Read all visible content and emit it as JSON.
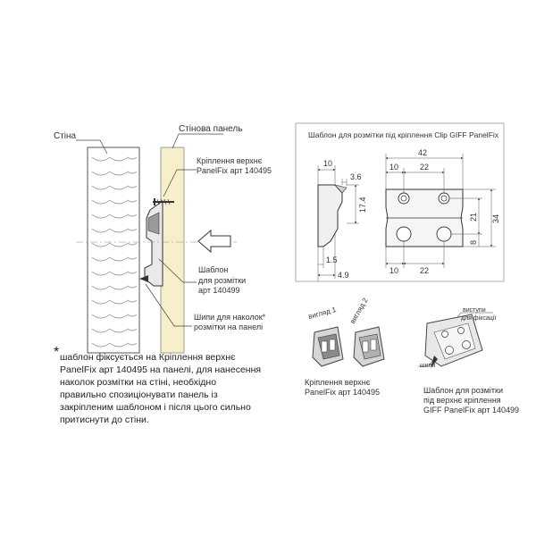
{
  "labels": {
    "wall": "Стіна",
    "wall_panel": "Стінова панель",
    "mount_line1": "Кріплення верхнє",
    "mount_line2": "PanelFix арт 140495",
    "template_line1": "Шаблон",
    "template_line2": "для розмітки",
    "template_line3": "арт 140499",
    "spikes_line1": "Шипи для наколок*",
    "spikes_line2": "розмітки на панелі"
  },
  "note": {
    "star": "*",
    "line1": "шаблон фіксується  на Кріплення верхнє",
    "line2": "PanelFix арт 140495 на панелі, для нанесення",
    "line3": "наколок розмітки на стіні, необхідно",
    "line4": "правильно спозиціонувати панель із",
    "line5": "закріпленим шаблоном і після цього сильно",
    "line6": "притиснути до стіни."
  },
  "template_box": {
    "title": "Шаблон для розмітки під кріплення Clip GIFF PanelFix",
    "dims": {
      "side_top": "10",
      "side_notch": "3.6",
      "side_height": "17.4",
      "side_b1": "1.5",
      "side_b2": "4.9",
      "front_total": "42",
      "front_t1": "10",
      "front_t2": "22",
      "front_r1": "21",
      "front_r2": "34",
      "front_r3": "8",
      "front_b1": "10",
      "front_b2": "22"
    }
  },
  "views": {
    "view1": "вигляд 1",
    "view2": "вигляд 2",
    "caption_line1": "Кріплення верхнє",
    "caption_line2": "PanelFix арт 140495"
  },
  "template_view": {
    "protrusions_line1": "виступи",
    "protrusions_line2": "для фіксації",
    "spikes": "шипи",
    "caption_line1": "Шаблон для розмітки",
    "caption_line2": "під верхнє кріплення",
    "caption_line3": "GIFF PanelFix арт 140499"
  },
  "colors": {
    "panel": "#f7efc9",
    "line": "#444444",
    "part_dark": "#666666",
    "part_light": "#d9d9d9"
  }
}
